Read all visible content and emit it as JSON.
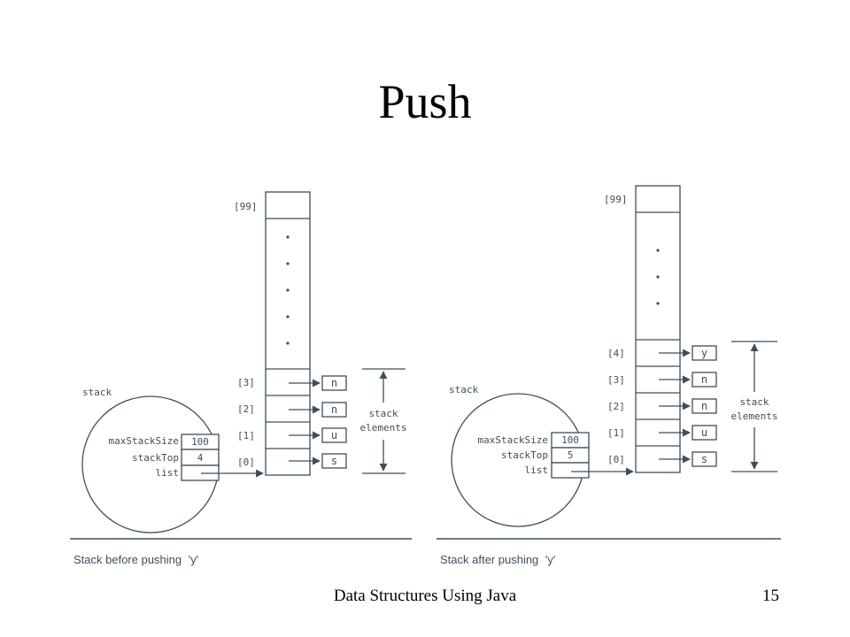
{
  "slide": {
    "title": "Push",
    "footer": "Data Structures Using Java",
    "page_number": "15"
  },
  "colors": {
    "line": "#3d4f5c",
    "text": "#000000",
    "background": "#ffffff"
  },
  "before": {
    "stack_label": "stack",
    "field_labels": [
      "maxStackSize",
      "stackTop",
      "list"
    ],
    "field_values": [
      "100",
      "4",
      ""
    ],
    "top_index": "[99]",
    "indices": [
      "[3]",
      "[2]",
      "[1]",
      "[0]"
    ],
    "elements": [
      "n",
      "n",
      "u",
      "s"
    ],
    "range_label": [
      "stack",
      "elements"
    ],
    "caption_text": "Stack before pushing ",
    "caption_code": "'y'"
  },
  "after": {
    "stack_label": "stack",
    "field_labels": [
      "maxStackSize",
      "stackTop",
      "list"
    ],
    "field_values": [
      "100",
      "5",
      ""
    ],
    "top_index": "[99]",
    "indices": [
      "[4]",
      "[3]",
      "[2]",
      "[1]",
      "[0]"
    ],
    "elements": [
      "y",
      "n",
      "n",
      "u",
      "s"
    ],
    "range_label": [
      "stack",
      "elements"
    ],
    "caption_text": "Stack after pushing ",
    "caption_code": "'y'"
  }
}
